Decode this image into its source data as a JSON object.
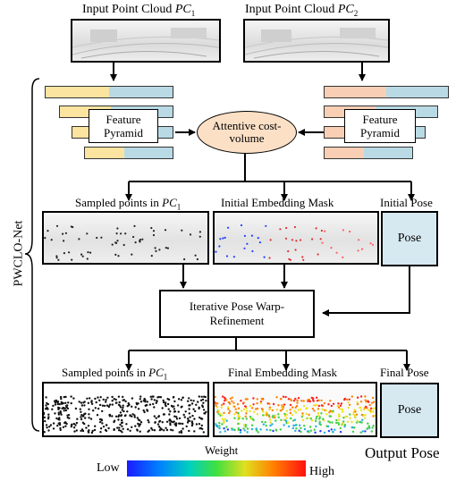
{
  "inputs": {
    "pc1_prefix": "Input  Point Cloud ",
    "pc1_var": "PC",
    "pc1_sub": "1",
    "pc2_prefix": "Input  Point Cloud ",
    "pc2_var": "PC",
    "pc2_sub": "2"
  },
  "feature_pyramid": {
    "left_label": "Feature Pyramid",
    "right_label": "Feature Pyramid"
  },
  "cost_volume": {
    "label": "Attentive cost-volume"
  },
  "network_name": "PWCLO-Net",
  "stage1": {
    "sampled_prefix": "Sampled points in ",
    "sampled_var": "PC",
    "sampled_sub": "1",
    "mask_label": "Initial Embedding Mask",
    "pose_label": "Initial Pose",
    "pose_box": "Pose"
  },
  "refinement": {
    "label": "Iterative Pose Warp-Refinement"
  },
  "stage2": {
    "sampled_prefix": "Sampled points in ",
    "sampled_var": "PC",
    "sampled_sub": "1",
    "mask_label": "Final Embedding Mask",
    "pose_label": "Final Pose",
    "pose_box": "Pose"
  },
  "output": {
    "label": "Output Pose"
  },
  "colorbar": {
    "title": "Weight",
    "low": "Low",
    "high": "High"
  },
  "colors": {
    "yellow": "#fbe3a0",
    "blue": "#b9dae5",
    "peach": "#f8cfb5",
    "ellipse": "#fbe0c6",
    "pose_fill": "#d6e8f0"
  }
}
